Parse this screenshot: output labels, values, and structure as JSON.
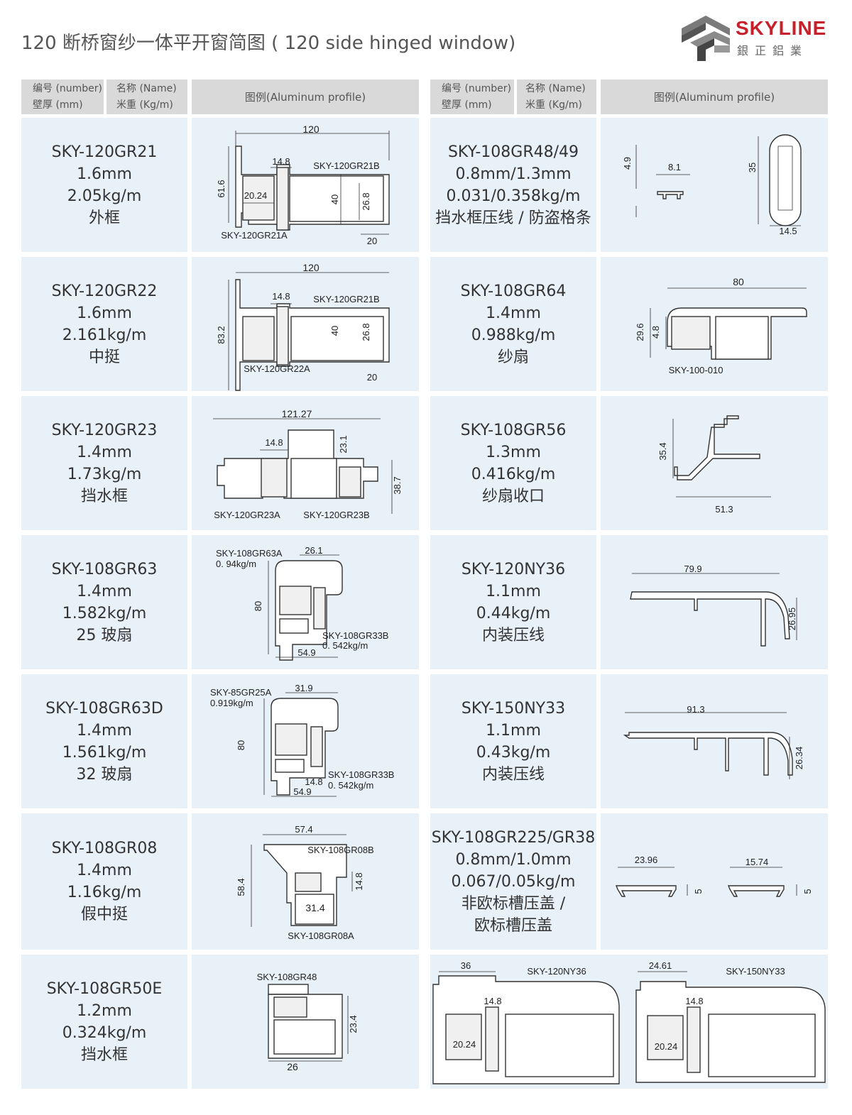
{
  "header": {
    "title": "120 断桥窗纱一体平开窗简图 ( 120 side hinged window)",
    "brand": "SKYLINE",
    "brand_sub": "銀正鋁業"
  },
  "table_head": {
    "number_label": "编号 (number)",
    "name_label": "名称 (Name)",
    "wall_label": "壁厚 (mm)",
    "weight_label": "米重 (Kg/m)",
    "profile_label": "图例(Aluminum profile)"
  },
  "left_rows": [
    {
      "code": "SKY-120GR21",
      "wall": "1.6mm",
      "weight": "2.05kg/m",
      "name": "外框"
    },
    {
      "code": "SKY-120GR22",
      "wall": "1.6mm",
      "weight": "2.161kg/m",
      "name": "中挺"
    },
    {
      "code": "SKY-120GR23",
      "wall": "1.4mm",
      "weight": "1.73kg/m",
      "name": "挡水框"
    },
    {
      "code": "SKY-108GR63",
      "wall": "1.4mm",
      "weight": "1.582kg/m",
      "name": "25 玻扇"
    },
    {
      "code": "SKY-108GR63D",
      "wall": "1.4mm",
      "weight": "1.561kg/m",
      "name": "32 玻扇"
    },
    {
      "code": "SKY-108GR08",
      "wall": "1.4mm",
      "weight": "1.16kg/m",
      "name": "假中挺"
    },
    {
      "code": "SKY-108GR50E",
      "wall": "1.2mm",
      "weight": "0.324kg/m",
      "name": "挡水框"
    }
  ],
  "right_rows": [
    {
      "code": "SKY-108GR48/49",
      "wall": "0.8mm/1.3mm",
      "weight": "0.031/0.358kg/m",
      "name": "挡水框压线 / 防盗格条"
    },
    {
      "code": "SKY-108GR64",
      "wall": "1.4mm",
      "weight": "0.988kg/m",
      "name": "纱扇"
    },
    {
      "code": "SKY-108GR56",
      "wall": "1.3mm",
      "weight": "0.416kg/m",
      "name": "纱扇收口"
    },
    {
      "code": "SKY-120NY36",
      "wall": "1.1mm",
      "weight": "0.44kg/m",
      "name": "内装压线"
    },
    {
      "code": "SKY-150NY33",
      "wall": "1.1mm",
      "weight": "0.43kg/m",
      "name": "内装压线"
    },
    {
      "code": "SKY-108GR225/GR38",
      "wall": "0.8mm/1.0mm",
      "weight": "0.067/0.05kg/m",
      "name": "非欧标槽压盖 /",
      "name2": "欧标槽压盖"
    }
  ],
  "drawings": {
    "gr21": {
      "w": "120",
      "a": "14.8",
      "b": "SKY-120GR21B",
      "h": "61.6",
      "c": "20.24",
      "d": "40",
      "e": "26.8",
      "f": "SKY-120GR21A",
      "g": "20"
    },
    "gr22": {
      "w": "120",
      "a": "14.8",
      "b": "SKY-120GR21B",
      "h": "83.2",
      "d": "40",
      "e": "26.8",
      "f": "SKY-120GR22A",
      "g": "20"
    },
    "gr23": {
      "w": "121.27",
      "a": "14.8",
      "b": "23.1",
      "h": "38.7",
      "f": "SKY-120GR23A",
      "g": "SKY-120GR23B"
    },
    "gr63": {
      "l1": "SKY-108GR63A",
      "l2": "0. 94kg/m",
      "w": "26.1",
      "h": "80",
      "b": "54.9",
      "l3": "SKY-108GR33B",
      "l4": "0. 542kg/m"
    },
    "gr63d": {
      "l1": "SKY-85GR25A",
      "l2": "0.919kg/m",
      "w": "31.9",
      "h": "80",
      "a": "14.8",
      "b": "54.9",
      "l3": "SKY-108GR33B",
      "l4": "0. 542kg/m"
    },
    "gr08": {
      "w": "57.4",
      "l1": "SKY-108GR08B",
      "h": "58.4",
      "a": "14.8",
      "b": "31.4",
      "l2": "SKY-108GR08A"
    },
    "gr50e": {
      "l1": "SKY-108GR48",
      "h": "23.4",
      "w": "26"
    },
    "gr48": {
      "a": "4.9",
      "b": "8.1",
      "c": "35",
      "d": "14.5"
    },
    "gr64": {
      "w": "80",
      "h": "29.6",
      "a": "4.8",
      "l1": "SKY-100-010"
    },
    "gr56": {
      "h": "35.4",
      "w": "51.3"
    },
    "ny36": {
      "w": "79.9",
      "h": "26.95"
    },
    "ny33": {
      "w": "91.3",
      "h": "26.34"
    },
    "gr225": {
      "a": "23.96",
      "b": "5",
      "c": "15.74",
      "d": "5"
    },
    "combo": {
      "a": "36",
      "l1": "SKY-120NY36",
      "b": "14.8",
      "c": "20.24",
      "d": "24.61",
      "l2": "SKY-150NY33",
      "e": "14.8",
      "f": "20.24"
    }
  }
}
